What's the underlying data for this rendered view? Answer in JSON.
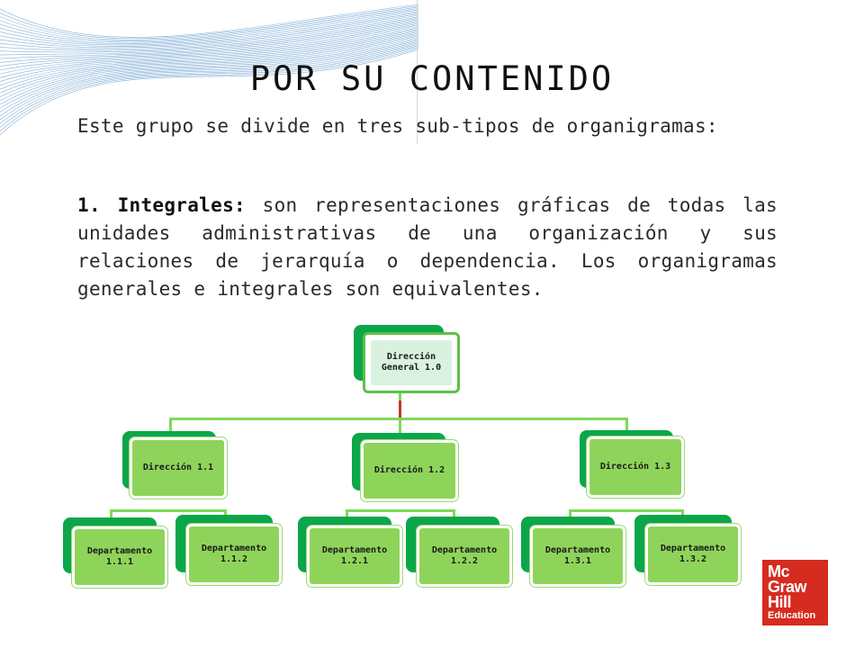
{
  "slide": {
    "title": "POR SU CONTENIDO",
    "intro": "Este grupo se divide en tres sub-tipos de organigramas:",
    "item1_label": "1. Integrales:",
    "item1_text": " son representaciones gráficas de todas las unidades administrativas de una organización y sus relaciones de jerarquía o dependencia. Los organigramas generales e integrales son equivalentes."
  },
  "org_chart": {
    "root": "Dirección General 1.0",
    "directions": [
      {
        "label": "Dirección 1.1",
        "departments": [
          "Departamento 1.1.1",
          "Departamento 1.1.2"
        ]
      },
      {
        "label": "Dirección 1.2",
        "departments": [
          "Departamento 1.2.1",
          "Departamento 1.2.2"
        ]
      },
      {
        "label": "Dirección 1.3",
        "departments": [
          "Departamento 1.3.1",
          "Departamento 1.3.2"
        ]
      }
    ]
  },
  "logo": {
    "line1": "Mc",
    "line2": "Graw",
    "line3": "Hill",
    "line4": "Education"
  },
  "colors": {
    "node_fill": "#8fd45a",
    "node_back": "#0ca64a",
    "connector": "#7ed957",
    "logo_bg": "#d62b1f"
  }
}
